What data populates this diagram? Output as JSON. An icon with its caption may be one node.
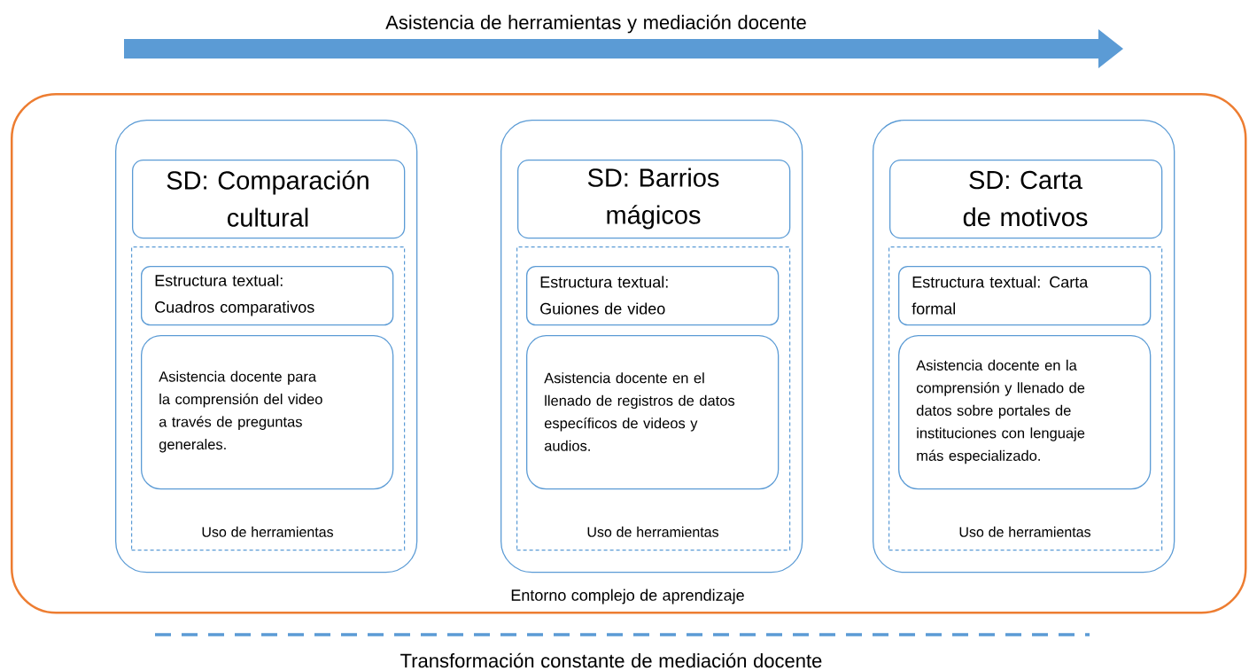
{
  "diagram": {
    "nodes": [
      {
        "text": [
          "Entorno complejo de aprendizaje"
        ]
      },
      {
        "text": [],
        "shape": "box",
        "in": 0
      },
      {
        "text": [
          "SD: Comparación cultural"
        ],
        "in": 1
      },
      {
        "text": [
          "Uso de herramientas"
        ],
        "in": 1
      },
      {
        "text": [
          "Estructura textual: Cuadros comparativos"
        ],
        "in": 3
      },
      {
        "text": [
          "Asistencia docente para la comprensión del video a través de preguntas generales."
        ],
        "in": 3
      },
      {
        "text": [],
        "shape": "box",
        "in": 0
      },
      {
        "text": [
          "SD: Barrios mágicos"
        ],
        "in": 6
      },
      {
        "text": [
          "Uso de herramientas"
        ],
        "in": 6
      },
      {
        "text": [
          "Estructura textual: Guiones de video"
        ],
        "in": 8
      },
      {
        "text": [
          "Asistencia docente en el llenado de registros de datos específicos de videos y audios."
        ],
        "in": 8
      },
      {
        "text": [],
        "shape": "box",
        "in": 0
      },
      {
        "text": [
          "SD: Carta de motivos"
        ],
        "in": 11
      },
      {
        "text": [
          "Uso de herramientas"
        ],
        "in": 11
      },
      {
        "text": [
          "Estructura textual: Carta formal"
        ],
        "in": 13
      },
      {
        "text": [
          "Asistencia docente en la comprensión y llenado de datos sobre portales de instituciones con lenguaje más especializado."
        ],
        "in": 13
      }
    ],
    "labels": [
      "Asistencia de herramientas y mediación docente",
      "Transformación constante de mediación docente"
    ]
  }
}
